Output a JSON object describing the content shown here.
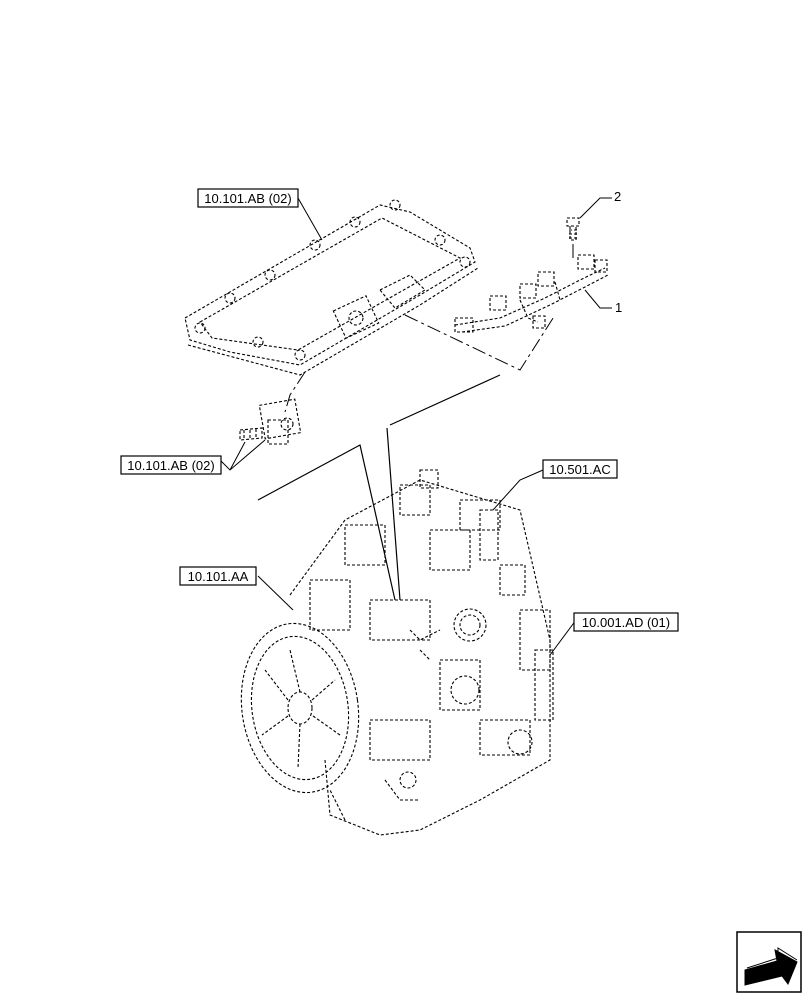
{
  "callouts": {
    "rocker_cover": "10.101.AB (02)",
    "cover_gasket": "10.101.AB (02)",
    "engine_block": "10.101.AA",
    "fuel_filter": "10.501.AC",
    "engine_assembly": "10.001.AD (01)"
  },
  "item_numbers": {
    "harness": "1",
    "screw": "2"
  },
  "icons": {
    "nav_arrow": "next-page-arrow-icon"
  }
}
